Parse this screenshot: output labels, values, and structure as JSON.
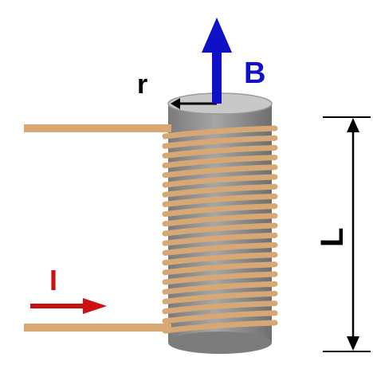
{
  "labels": {
    "radius": "r",
    "field": "B",
    "current": "I",
    "length": "L"
  },
  "colors": {
    "field_arrow": "#1010c8",
    "current_arrow": "#cc1111",
    "wire": "#d7a774",
    "wire_stroke": "#b88552",
    "core_side": "#8a8a8a",
    "core_top": "#c8c8c8",
    "radius_arrow": "#000000",
    "dimension_line": "#000000"
  },
  "coil": {
    "turns": 21
  }
}
